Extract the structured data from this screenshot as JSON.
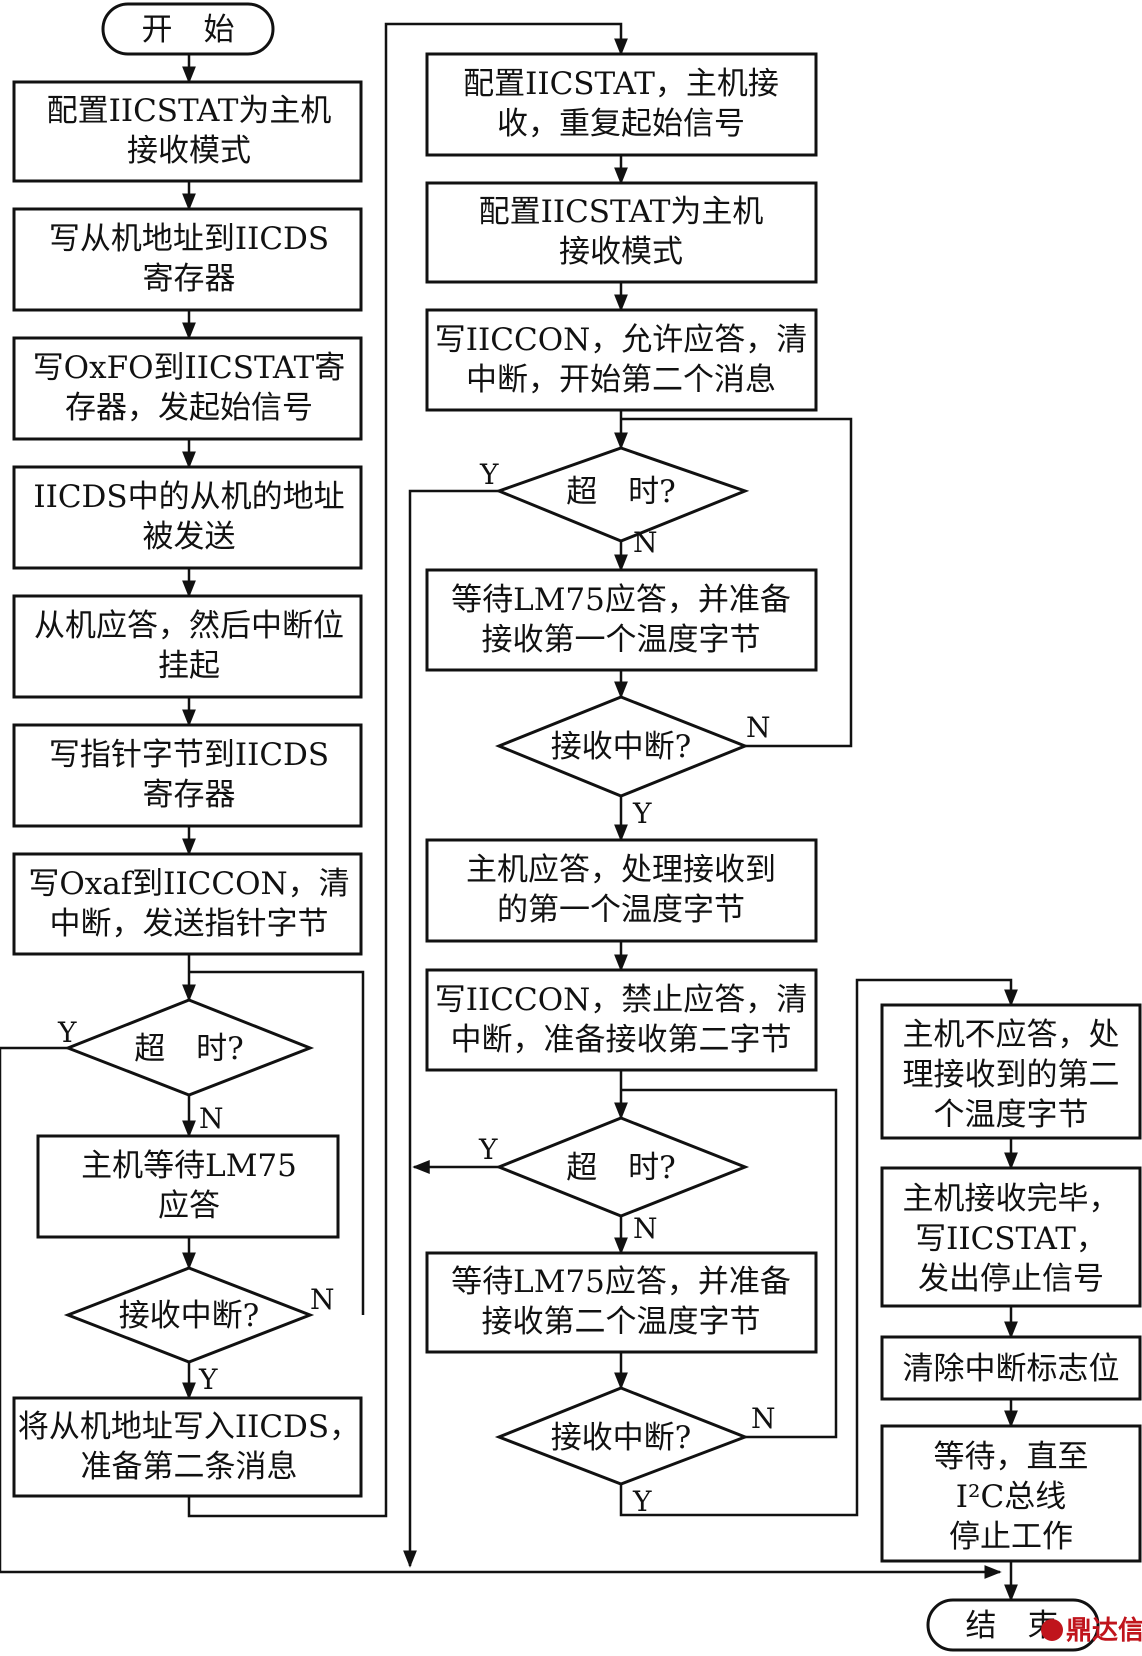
{
  "diagram": {
    "start": "开　始",
    "end": "结　束",
    "yes": "Y",
    "no": "N",
    "col1": {
      "b1": [
        "配置IICSTAT为主机",
        "接收模式"
      ],
      "b2": [
        "写从机地址到IICDS",
        "寄存器"
      ],
      "b3": [
        "写OxFO到IICSTAT寄",
        "存器，发起始信号"
      ],
      "b4": [
        "IICDS中的从机的地址",
        "被发送"
      ],
      "b5": [
        "从机应答，然后中断位",
        "挂起"
      ],
      "b6": [
        "写指针字节到IICDS",
        "寄存器"
      ],
      "b7": [
        "写Oxaf到IICCON，清",
        "中断，发送指针字节"
      ],
      "d1": "超　时?",
      "b8": [
        "主机等待LM75",
        "应答"
      ],
      "d2": "接收中断?",
      "b9": [
        "将从机地址写入IICDS，",
        "准备第二条消息"
      ]
    },
    "col2": {
      "b1": [
        "配置IICSTAT，主机接",
        "收，重复起始信号"
      ],
      "b2": [
        "配置IICSTAT为主机",
        "接收模式"
      ],
      "b3": [
        "写IICCON，允许应答，清",
        "中断，开始第二个消息"
      ],
      "d1": "超　时?",
      "b4": [
        "等待LM75应答，并准备",
        "接收第一个温度字节"
      ],
      "d2": "接收中断?",
      "b5": [
        "主机应答，处理接收到",
        "的第一个温度字节"
      ],
      "b6": [
        "写IICCON，禁止应答，清",
        "中断，准备接收第二字节"
      ],
      "d3": "超　时?",
      "b7": [
        "等待LM75应答，并准备",
        "接收第二个温度字节"
      ],
      "d4": "接收中断?"
    },
    "col3": {
      "b1": [
        "主机不应答，处",
        "理接收到的第二",
        "个温度字节"
      ],
      "b2": [
        "主机接收完毕，",
        "写IICSTAT，",
        "发出停止信号"
      ],
      "b3": [
        "清除中断标志位"
      ],
      "b4": [
        "等待，直至",
        "I²C总线",
        "停止工作"
      ]
    }
  },
  "watermark": {
    "text": "鼎达信"
  }
}
